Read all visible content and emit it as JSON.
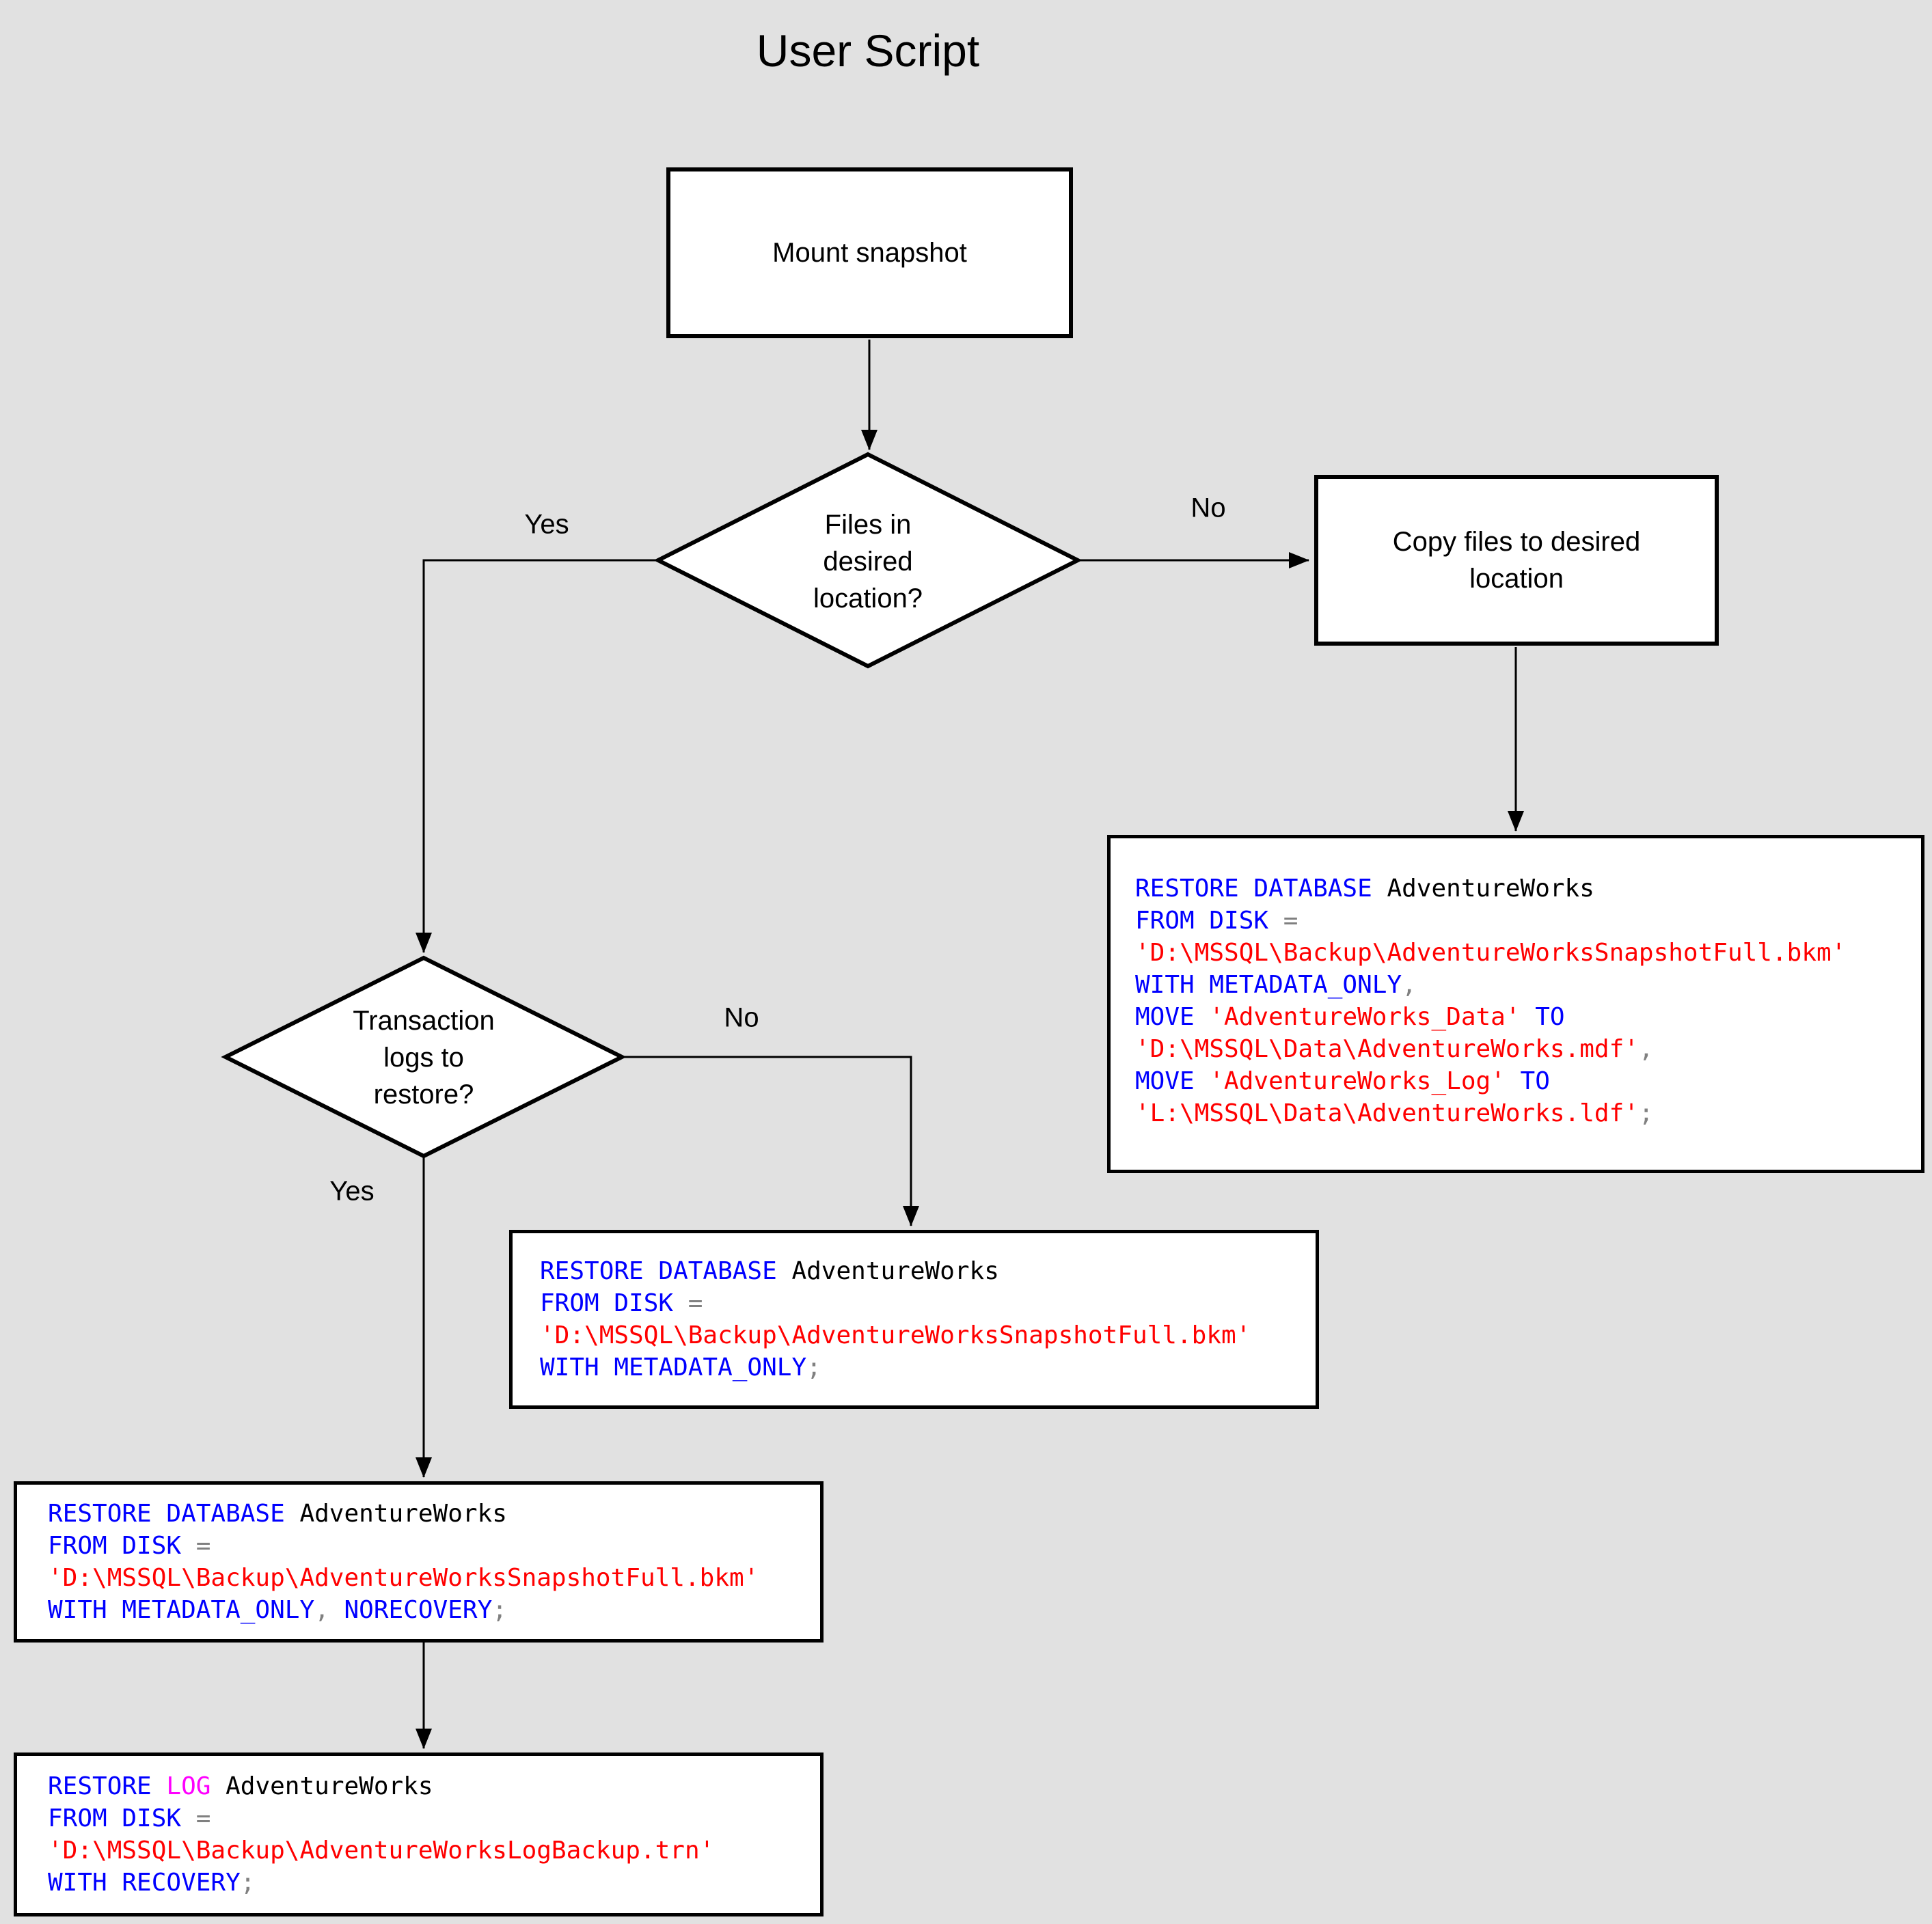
{
  "title": "User Script",
  "colors": {
    "background": "#e1e1e1",
    "shape_fill": "#ffffff",
    "shape_border": "#000000",
    "connector": "#000000",
    "sql_keyword": "#0000ff",
    "sql_string": "#ff0000",
    "sql_operator": "#808080",
    "sql_identifier": "#000000",
    "sql_log": "#ff00ff"
  },
  "flowchart": {
    "start_box": "Mount snapshot",
    "decision_files": "Files in desired location?",
    "decision_files_yes": "Yes",
    "decision_files_no": "No",
    "process_box": "Copy files to desired location",
    "decision_logs": "Transaction logs to restore?",
    "decision_logs_yes": "Yes",
    "decision_logs_no": "No"
  },
  "code_boxes": {
    "copy_restore": {
      "lines": [
        [
          {
            "t": "RESTORE DATABASE",
            "c": "sql_keyword"
          },
          {
            "t": " AdventureWorks",
            "c": "sql_identifier"
          }
        ],
        [
          {
            "t": "FROM DISK",
            "c": "sql_keyword"
          },
          {
            "t": " =",
            "c": "sql_operator"
          }
        ],
        [
          {
            "t": "'D:\\MSSQL\\Backup\\AdventureWorksSnapshotFull.bkm'",
            "c": "sql_string"
          }
        ],
        [
          {
            "t": "WITH METADATA_ONLY",
            "c": "sql_keyword"
          },
          {
            "t": ",",
            "c": "sql_operator"
          }
        ],
        [
          {
            "t": "MOVE",
            "c": "sql_keyword"
          },
          {
            "t": " 'AdventureWorks_Data'",
            "c": "sql_string"
          },
          {
            "t": " TO",
            "c": "sql_keyword"
          }
        ],
        [
          {
            "t": "'D:\\MSSQL\\Data\\AdventureWorks.mdf'",
            "c": "sql_string"
          },
          {
            "t": ",",
            "c": "sql_operator"
          }
        ],
        [
          {
            "t": "MOVE",
            "c": "sql_keyword"
          },
          {
            "t": " 'AdventureWorks_Log'",
            "c": "sql_string"
          },
          {
            "t": " TO",
            "c": "sql_keyword"
          }
        ],
        [
          {
            "t": "'L:\\MSSQL\\Data\\AdventureWorks.ldf'",
            "c": "sql_string"
          },
          {
            "t": ";",
            "c": "sql_operator"
          }
        ]
      ]
    },
    "no_logs_restore": {
      "lines": [
        [
          {
            "t": "RESTORE DATABASE",
            "c": "sql_keyword"
          },
          {
            "t": " AdventureWorks",
            "c": "sql_identifier"
          }
        ],
        [
          {
            "t": "FROM DISK",
            "c": "sql_keyword"
          },
          {
            "t": " =",
            "c": "sql_operator"
          }
        ],
        [
          {
            "t": "'D:\\MSSQL\\Backup\\AdventureWorksSnapshotFull.bkm'",
            "c": "sql_string"
          }
        ],
        [
          {
            "t": "WITH METADATA_ONLY",
            "c": "sql_keyword"
          },
          {
            "t": ";",
            "c": "sql_operator"
          }
        ]
      ]
    },
    "norecovery_restore": {
      "lines": [
        [
          {
            "t": "RESTORE DATABASE",
            "c": "sql_keyword"
          },
          {
            "t": " AdventureWorks",
            "c": "sql_identifier"
          }
        ],
        [
          {
            "t": "FROM DISK",
            "c": "sql_keyword"
          },
          {
            "t": " =",
            "c": "sql_operator"
          }
        ],
        [
          {
            "t": "'D:\\MSSQL\\Backup\\AdventureWorksSnapshotFull.bkm'",
            "c": "sql_string"
          }
        ],
        [
          {
            "t": "WITH METADATA_ONLY",
            "c": "sql_keyword"
          },
          {
            "t": ", ",
            "c": "sql_operator"
          },
          {
            "t": "NORECOVERY",
            "c": "sql_keyword"
          },
          {
            "t": ";",
            "c": "sql_operator"
          }
        ]
      ]
    },
    "log_restore": {
      "lines": [
        [
          {
            "t": "RESTORE",
            "c": "sql_keyword"
          },
          {
            "t": " LOG",
            "c": "sql_log"
          },
          {
            "t": " AdventureWorks",
            "c": "sql_identifier"
          }
        ],
        [
          {
            "t": "FROM DISK",
            "c": "sql_keyword"
          },
          {
            "t": " =",
            "c": "sql_operator"
          }
        ],
        [
          {
            "t": "'D:\\MSSQL\\Backup\\AdventureWorksLogBackup.trn'",
            "c": "sql_string"
          }
        ],
        [
          {
            "t": "WITH RECOVERY",
            "c": "sql_keyword"
          },
          {
            "t": ";",
            "c": "sql_operator"
          }
        ]
      ]
    }
  }
}
